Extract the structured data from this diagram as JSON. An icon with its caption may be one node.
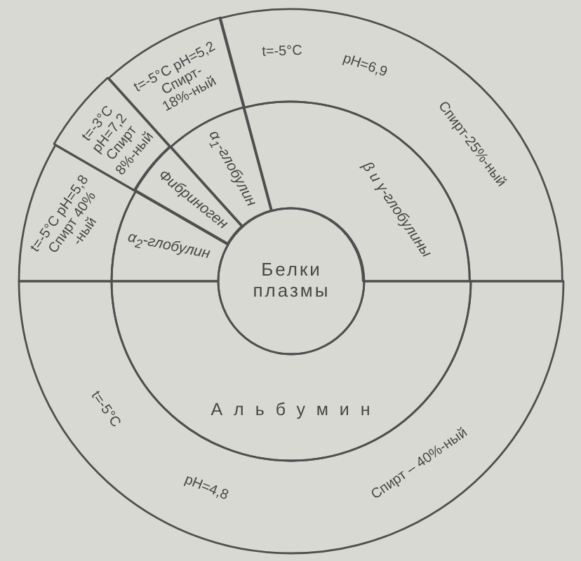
{
  "diagram": {
    "nodes": [
      {
        "text": [
          "t=-5°C pH=5,8 Спирт 40% -ный"
        ]
      },
      {
        "text": [
          "t=-3°C pH=7,2 Спирт 8%-ный"
        ]
      },
      {
        "text": [
          "t=-5°C pH=5,2 Спирт- 18%-ный"
        ]
      },
      {
        "text": [
          "t=-5°C",
          "pH=6,9",
          "Спирт-25%-ный"
        ]
      },
      {
        "text": [
          "α$_{2}$-глобулин"
        ]
      },
      {
        "text": [
          "Фибриноген"
        ]
      },
      {
        "text": [
          "α$_{1}$-глобулин"
        ]
      },
      {
        "text": [
          "β и γ-глобулины"
        ]
      },
      {
        "text": [
          "Белки плазмы"
        ]
      },
      {
        "text": [
          "Альбумин"
        ]
      },
      {
        "text": [
          "t=-5°C",
          "pH=4,8",
          "Спирт – 40%-ный"
        ]
      }
    ]
  }
}
